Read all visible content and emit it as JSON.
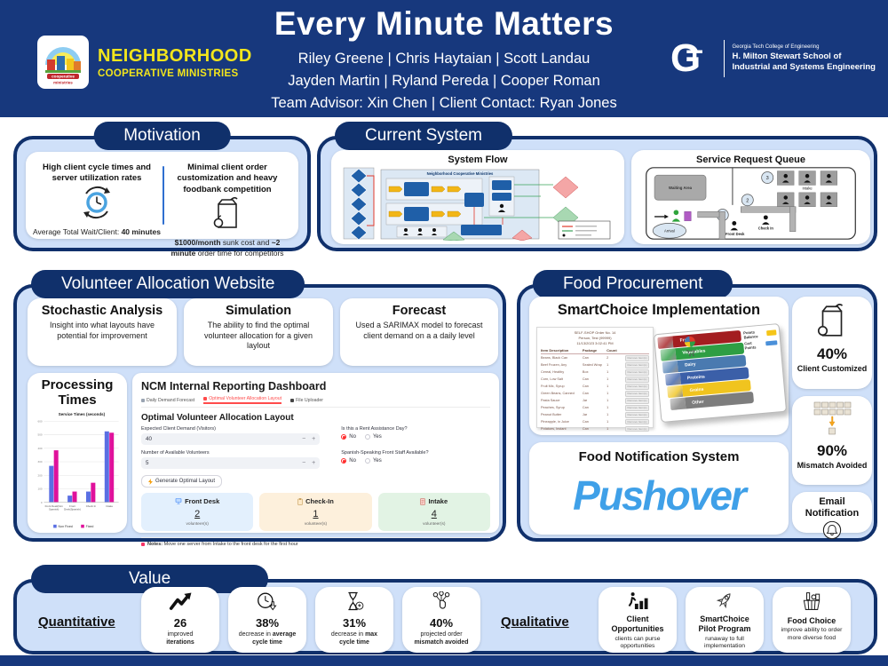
{
  "header": {
    "title": "Every Minute Matters",
    "authors_line1": "Riley Greene | Chris Haytaian | Scott Landau",
    "authors_line2": "Jayden Martin | Ryland Pereda | Cooper Roman",
    "authors_line3": "Team Advisor: Xin Chen | Client Contact: Ryan Jones",
    "ncm": {
      "name_line1": "NEIGHBORHOOD",
      "name_line2": "COOPERATIVE MINISTRIES",
      "seal_ribbon1": "cooperative",
      "seal_ribbon2": "ministries"
    },
    "gt": {
      "logo": "GT",
      "college": "Georgia Tech College of Engineering",
      "school_line1": "H. Milton Stewart School of",
      "school_line2": "Industrial and Systems Engineering"
    }
  },
  "motivation": {
    "title": "Motivation",
    "left_heading": "High client cycle times and server utilization rates",
    "left_caption_text": "Average Total Wait/Client: ",
    "left_caption_bold": "40 minutes",
    "right_heading": "Minimal client order customization and heavy foodbank competition",
    "right_caption_b1": "$1000/month",
    "right_caption_t1": " sunk cost and ",
    "right_caption_b2": "~2 minute",
    "right_caption_t2": " order time for competitors"
  },
  "current_system": {
    "title": "Current System",
    "system_flow_title": "System Flow",
    "system_flow_inner_title": "Neighborhood Cooperative Ministries",
    "queue_title": "Service Request Queue",
    "queue": {
      "waiting_area": "Waiting Area",
      "intake": "Intake",
      "check_in": "Check In",
      "front_desk": "Front Desk",
      "arrival": "Arrival",
      "step1": "1",
      "step2": "2",
      "step3": "3"
    }
  },
  "volunteer_site": {
    "title": "Volunteer Allocation Website",
    "cards": [
      {
        "title": "Stochastic Analysis",
        "body": "Insight into what layouts have potential for improvement"
      },
      {
        "title": "Simulation",
        "body": "The ability to find the optimal volunteer allocation for a given laylout"
      },
      {
        "title": "Forecast",
        "body": "Used a SARIMAX model to forecast client demand on a a daily level"
      }
    ]
  },
  "chart_data": {
    "type": "bar",
    "panel_title": "Processing Times",
    "title": "Service Times (seconds)",
    "categories": [
      "Front Desk(Non Spanish)",
      "Front Desk(Spanish)",
      "Check In",
      "Intake"
    ],
    "category_lines": [
      [
        "Front Desk(Non",
        "Spanish)"
      ],
      [
        "Front",
        "Desk(Spanish)"
      ],
      [
        "Check In"
      ],
      [
        "Intake"
      ]
    ],
    "series": [
      {
        "name": "Non Fixed",
        "color": "#5a6fe3",
        "values": [
          270,
          50,
          80,
          525
        ]
      },
      {
        "name": "Fixed",
        "color": "#e0119b",
        "values": [
          385,
          80,
          145,
          515
        ]
      }
    ],
    "ylim": [
      0,
      600
    ],
    "yticks": [
      0,
      100,
      200,
      300,
      400,
      500,
      600
    ],
    "grid": true,
    "legend_position": "bottom"
  },
  "dashboard": {
    "title": "NCM Internal Reporting Dashboard",
    "tabs": [
      {
        "label": "Daily Demand Forecast"
      },
      {
        "label": "Optimal Volunteer Allocation Layout"
      },
      {
        "label": "File Uploader"
      }
    ],
    "section_title": "Optimal Volunteer Allocation Layout",
    "demand_label": "Expected Client Demand (Visitors)",
    "demand_value": "40",
    "volunteers_label": "Number of Available Volunteers",
    "volunteers_value": "5",
    "rent_label": "Is this a Rent Assistance Day?",
    "spanish_label": "Spanish-Speaking Front Staff Available?",
    "radio_no": "No",
    "radio_yes": "Yes",
    "minus": "−",
    "plus": "+",
    "generate_button": "Generate Optimal Layout",
    "allocations": [
      {
        "name": "Front Desk",
        "count": "2",
        "unit": "volunteer(s)"
      },
      {
        "name": "Check-In",
        "count": "1",
        "unit": "volunteer(s)"
      },
      {
        "name": "Intake",
        "count": "4",
        "unit": "volunteer(s)"
      }
    ],
    "note_prefix": "Notes:",
    "note_text": " Move one server from Intake to the front desk for the first hour"
  },
  "food": {
    "title": "Food Procurement",
    "smartchoice_title": "SmartChoice Implementation",
    "receipt": {
      "header_line1": "SELF-SHOP Order No. 14",
      "header_line2": "Person, Test (99999)",
      "header_line3": "11/13/2023 3:02:41 PM",
      "columns": [
        "Item Description",
        "Package",
        "Count"
      ],
      "remove_label": "Remove Item(s)",
      "rows": [
        [
          "Beans, Black Can",
          "Can",
          "2"
        ],
        [
          "Beef Frozen, Any",
          "Sealed Wrap",
          "1"
        ],
        [
          "Cereal, Healthy",
          "Box",
          "1"
        ],
        [
          "Corn, Low Salt",
          "Can",
          "1"
        ],
        [
          "Fruit Mix, Syrup",
          "Can",
          "1"
        ],
        [
          "Green Beans, Canned",
          "Can",
          "1"
        ],
        [
          "Pasta Sauce",
          "Jar",
          "1"
        ],
        [
          "Peaches, Syrup",
          "Can",
          "1"
        ],
        [
          "Peanut Butter",
          "Jar",
          "1"
        ],
        [
          "Pineapple, in Juice",
          "Can",
          "1"
        ],
        [
          "Potatoes, Instant",
          "Can",
          "1"
        ]
      ]
    },
    "tablet": {
      "categories": [
        {
          "label": "Fruits",
          "color": "#a31d20"
        },
        {
          "label": "Vegetables",
          "color": "#2e9e44"
        },
        {
          "label": "Dairy",
          "color": "#4a7ab0"
        },
        {
          "label": "Proteins",
          "color": "#3b5fa8"
        },
        {
          "label": "Grains",
          "color": "#f0c41f"
        },
        {
          "label": "Other",
          "color": "#7d7d7d"
        }
      ],
      "points_balance_label": "Points Balance",
      "cart_points_label": "Cart Points",
      "points_badge_color": "#f5c518",
      "cart_badge_color": "#4a90d9"
    },
    "stat1_value": "40%",
    "stat1_label": "Client Customized",
    "stat2_value": "90%",
    "stat2_label": "Mismatch Avoided",
    "email_line1": "Email",
    "email_line2": "Notification",
    "notification_title": "Food Notification System",
    "notification_brand": "Pushover",
    "brand_color": "#3fa0e8"
  },
  "value_section": {
    "title": "Value",
    "quant_label": "Quantitative",
    "qual_label": "Qualitative",
    "quant_cards": [
      {
        "number": "26",
        "line1": "improved",
        "line2": "iterations"
      },
      {
        "number": "38%",
        "line1": "decrease in ",
        "line1b": "average",
        "line2": "cycle time"
      },
      {
        "number": "31%",
        "line1": "decrease in ",
        "line1b": "max",
        "line2": "cycle time"
      },
      {
        "number": "40%",
        "line1": "projected order",
        "line2": "mismatch avoided"
      }
    ],
    "qual_cards": [
      {
        "t1": "Client",
        "t2": "Opportunities",
        "c1": "clients can purse",
        "c2": "opportunities"
      },
      {
        "t1": "SmartChoice",
        "t2": "Pilot Program",
        "c1": "runaway to full",
        "c2": "implementation"
      },
      {
        "t1": "Food Choice",
        "t2": "",
        "c1": "improve ability to order",
        "c2": "more diverse food"
      }
    ]
  }
}
